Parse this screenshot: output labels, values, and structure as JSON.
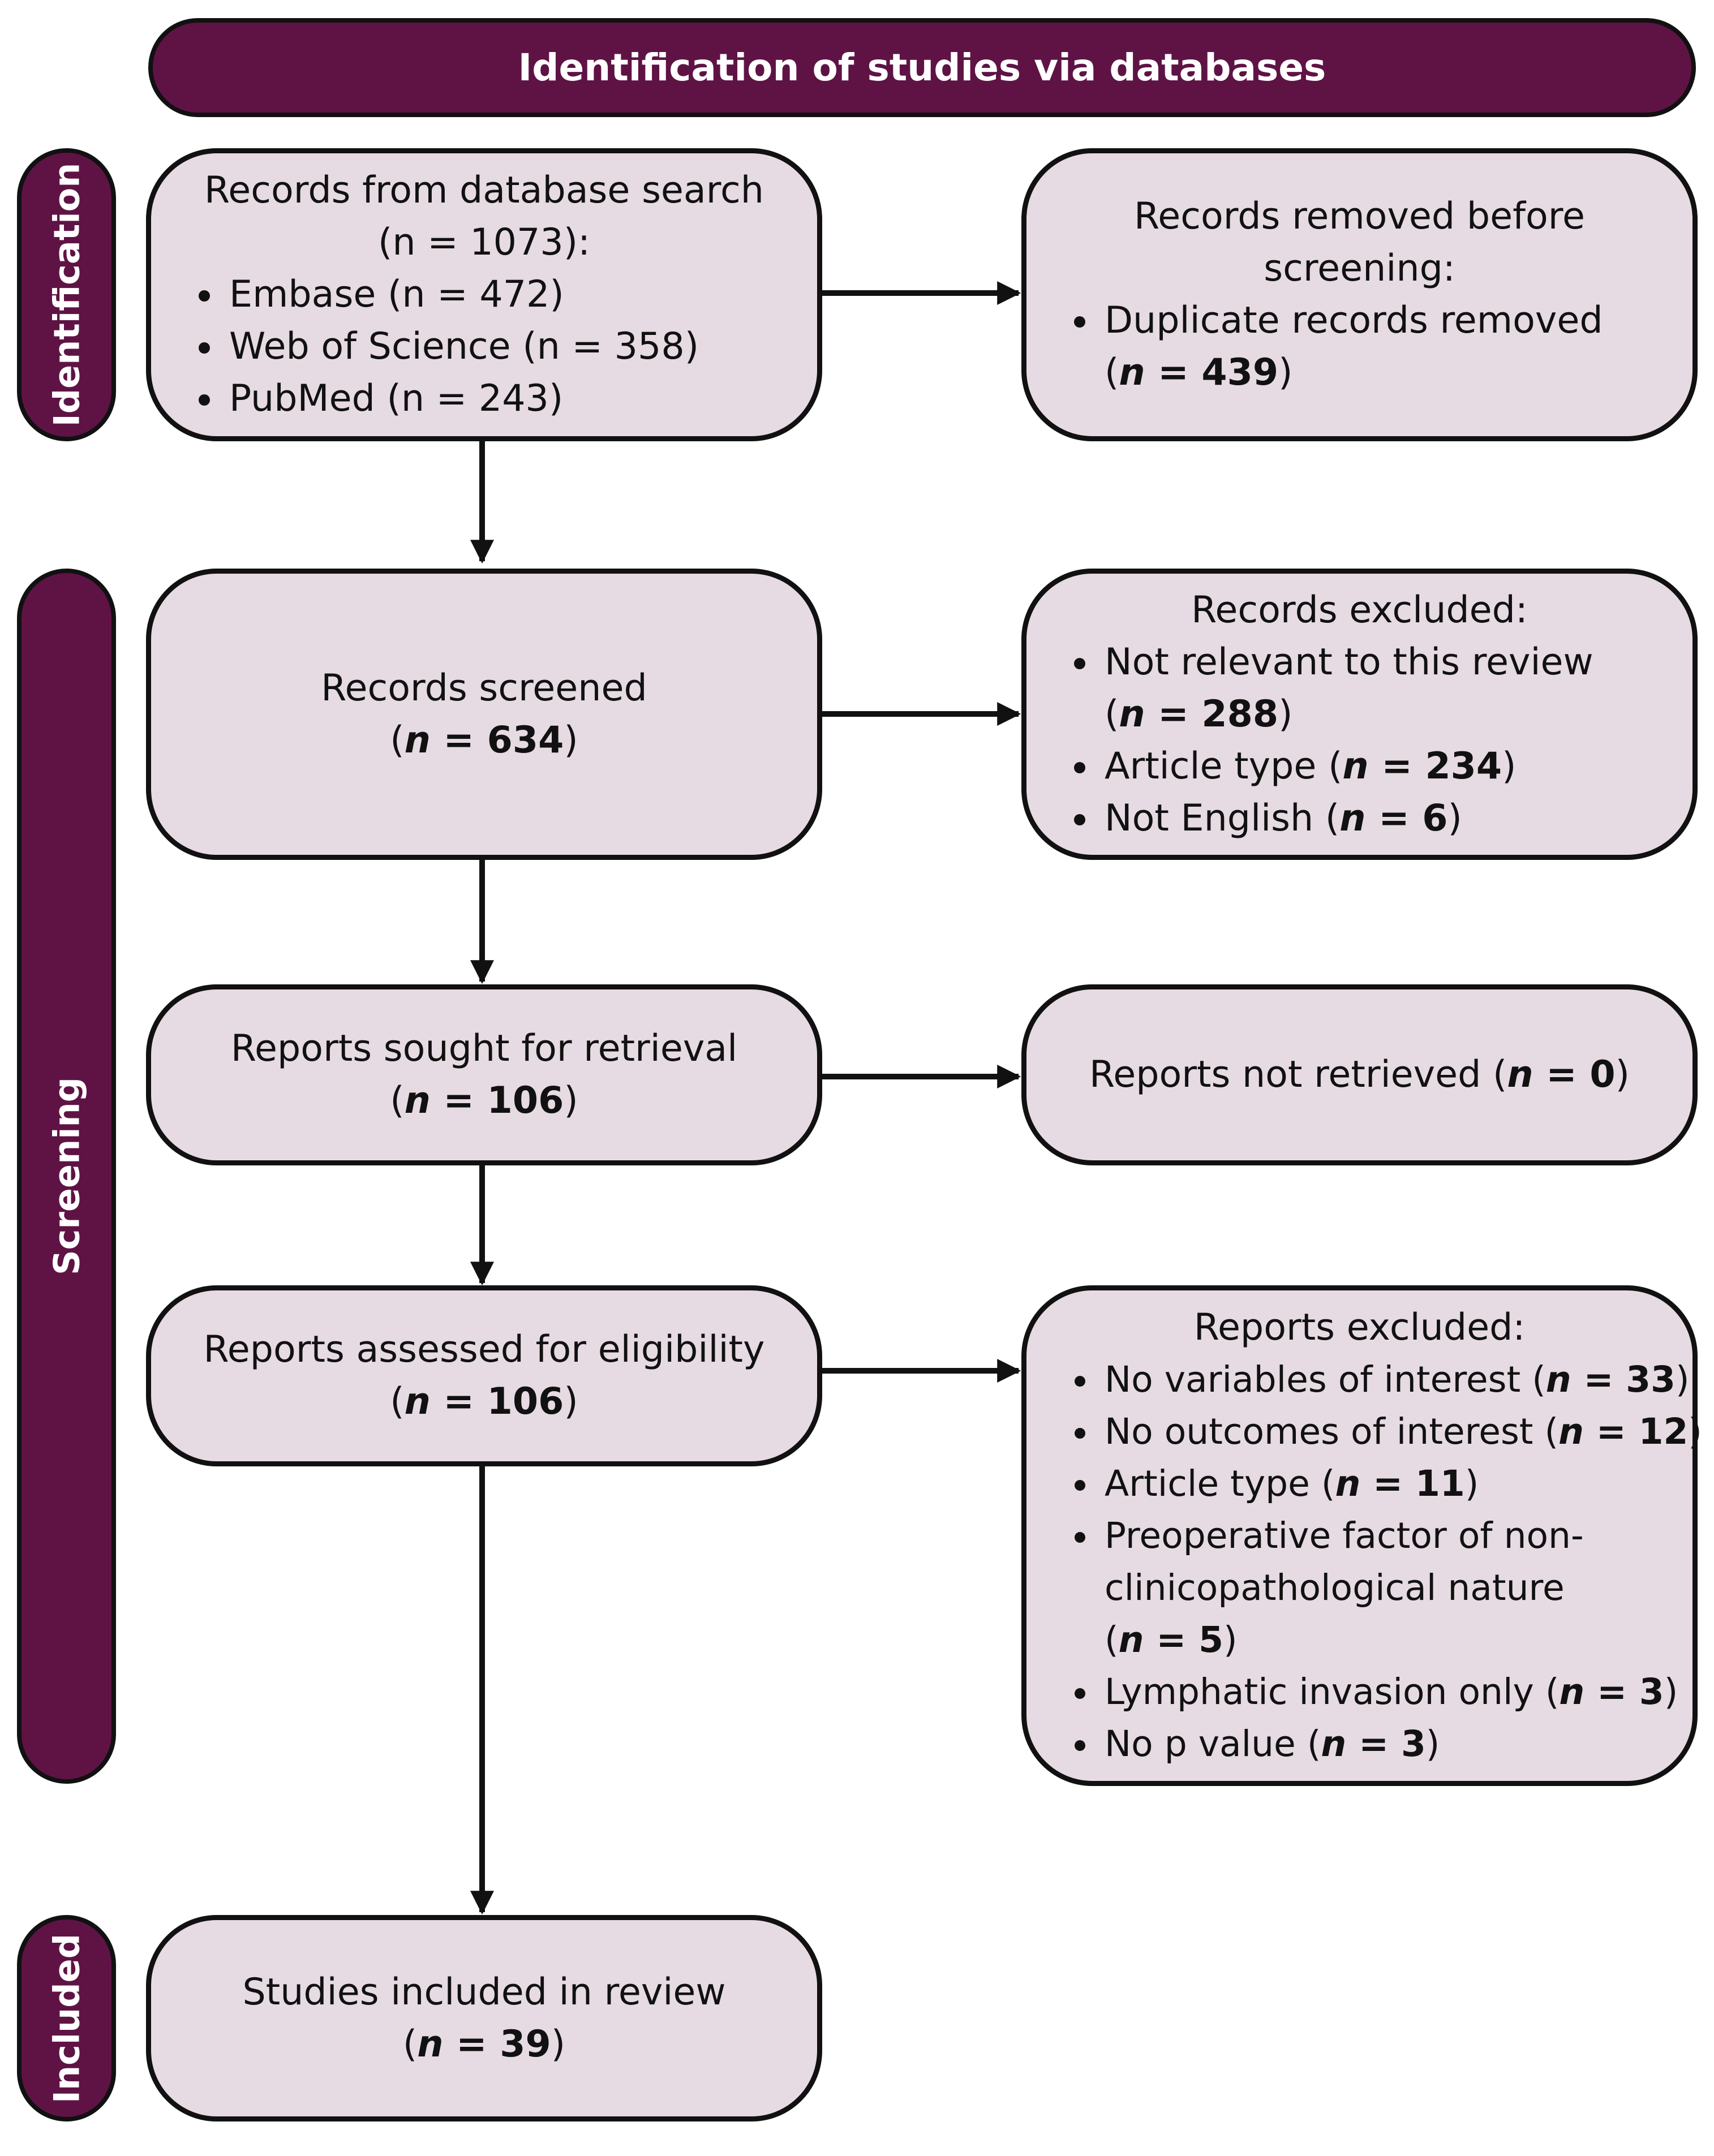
{
  "banner": "Identification of studies via databases",
  "phases": {
    "identification": "Identification",
    "screening": "Screening",
    "included": "Included"
  },
  "records_search": {
    "title_line1": "Records from database search",
    "title_line2": "(n = 1073):",
    "items": [
      "Embase (n = 472)",
      "Web of Science (n = 358)",
      "PubMed (n = 243)"
    ]
  },
  "removed": {
    "title": "Records removed before screening:",
    "item_text": "Duplicate records removed",
    "item_n": "439"
  },
  "screened": {
    "label": "Records screened",
    "n": "634"
  },
  "excluded": {
    "title": "Records excluded:",
    "items": [
      {
        "text": "Not relevant to this review",
        "n": "288"
      },
      {
        "text": "Article type",
        "n": "234"
      },
      {
        "text": "Not English",
        "n": "6"
      }
    ]
  },
  "sought": {
    "label": "Reports sought for retrieval",
    "n": "106"
  },
  "not_retrieved": {
    "label": "Reports not retrieved",
    "n": "0"
  },
  "assessed": {
    "label": "Reports assessed for eligibility",
    "n": "106"
  },
  "reports_excluded": {
    "title": "Reports excluded:",
    "items": [
      {
        "text": "No variables of interest",
        "n": "33"
      },
      {
        "text": "No outcomes of interest",
        "n": "12"
      },
      {
        "text": "Article type",
        "n": "11"
      },
      {
        "text": "Preoperative factor of non-clinicopathological nature",
        "n": "5"
      },
      {
        "text": "Lymphatic invasion only",
        "n": "3"
      },
      {
        "text": "No p value",
        "n": "3"
      }
    ]
  },
  "included": {
    "label": "Studies included in review",
    "n": "39"
  },
  "n_symbol": "n"
}
